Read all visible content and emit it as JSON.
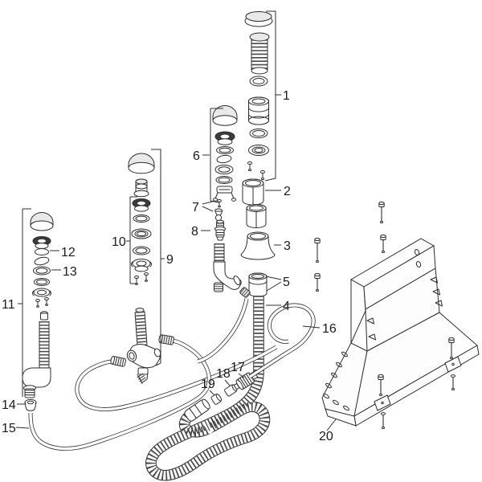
{
  "colors": {
    "background": "#ffffff",
    "ink": "#2d2d2d",
    "label": "#1a1a1a",
    "shade": "#e9e9e9",
    "dark_part": "#3c3c3c"
  },
  "callouts": [
    {
      "number": "1"
    },
    {
      "number": "2"
    },
    {
      "number": "3"
    },
    {
      "number": "4"
    },
    {
      "number": "5"
    },
    {
      "number": "6"
    },
    {
      "number": "7"
    },
    {
      "number": "8"
    },
    {
      "number": "9"
    },
    {
      "number": "10"
    },
    {
      "number": "11"
    },
    {
      "number": "12"
    },
    {
      "number": "13"
    },
    {
      "number": "14"
    },
    {
      "number": "15"
    },
    {
      "number": "16"
    },
    {
      "number": "17"
    },
    {
      "number": "18"
    },
    {
      "number": "19"
    },
    {
      "number": "20"
    }
  ]
}
